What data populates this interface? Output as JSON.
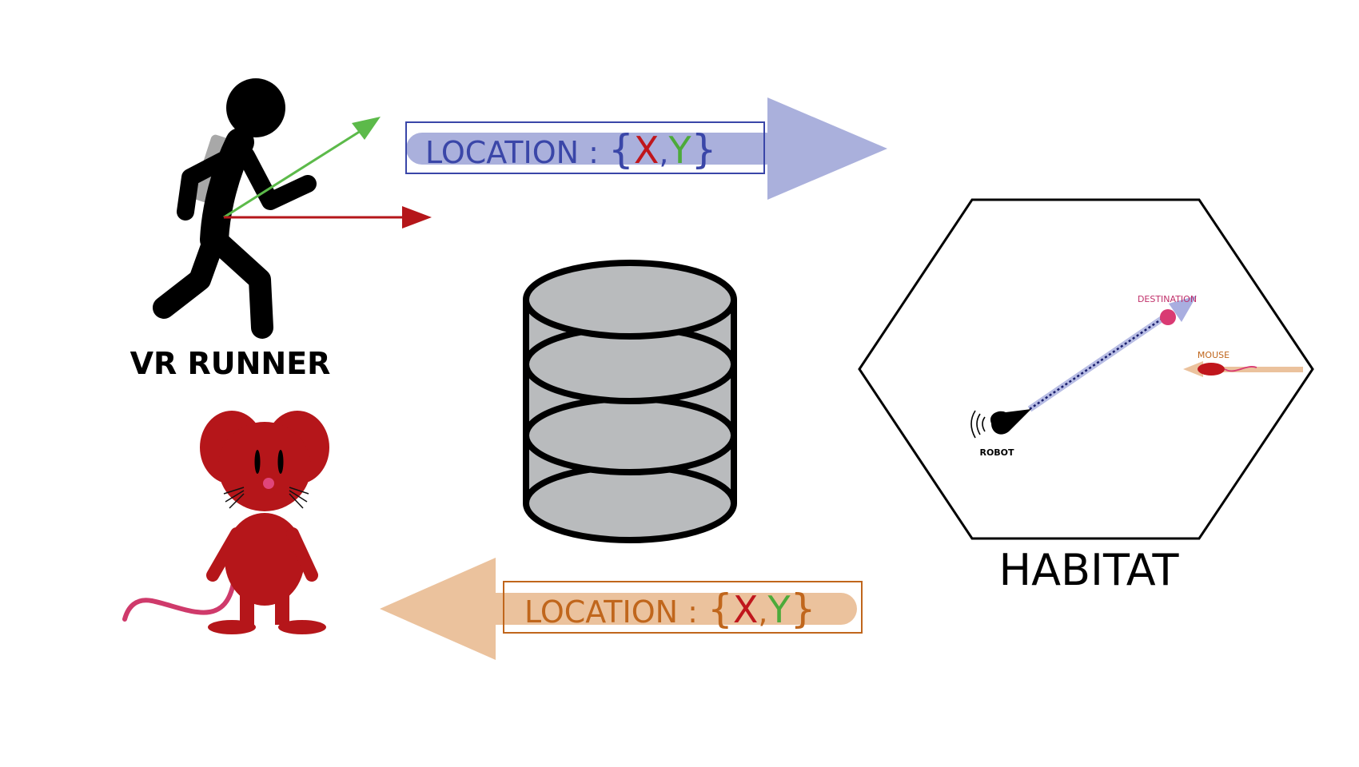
{
  "runner": {
    "label": "VR RUNNER"
  },
  "habitat": {
    "label": "HABITAT",
    "robot_label": "ROBOT",
    "destination_label": "DESTINATION",
    "mouse_label": "MOUSE"
  },
  "top_flow": {
    "prefix": "LOCATION : ",
    "open_brace": "{",
    "x": "X",
    "comma": ",",
    "y": "Y",
    "close_brace": "}",
    "color": "#3a46a8",
    "arrow_color": "#aab0dc"
  },
  "bottom_flow": {
    "prefix": "LOCATION : ",
    "open_brace": "{",
    "x": "X",
    "comma": ",",
    "y": "Y",
    "close_brace": "}",
    "color": "#c0661c",
    "arrow_color": "#ebc29d"
  },
  "colors": {
    "x_color": "#c0161c",
    "y_color": "#4caa3a",
    "mouse_body": "#b5161a",
    "database_fill": "#b9bbbd"
  },
  "icons": {
    "runner": "runner-icon",
    "mouse": "mouse-icon",
    "database": "database-icon",
    "habitat": "hexagon-icon",
    "robot": "robot-icon"
  }
}
